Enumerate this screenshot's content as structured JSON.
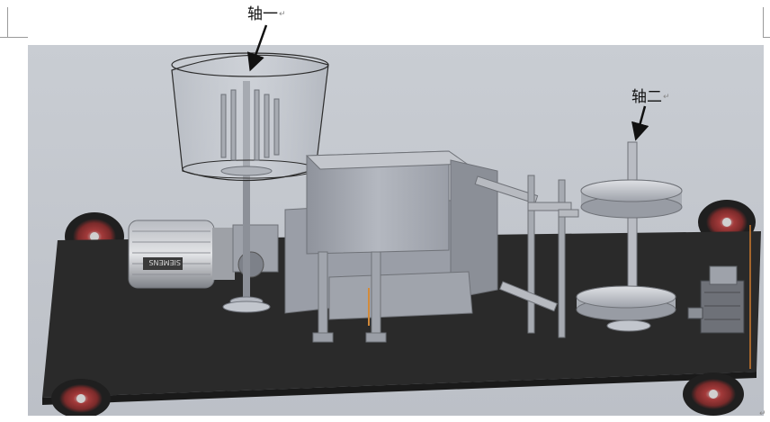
{
  "labels": {
    "shaft_one": "轴一",
    "shaft_two": "轴二"
  },
  "paragraph_mark": "↵",
  "motor_badge": "SIEMENS",
  "colors": {
    "background_panel": "#c7cbd2",
    "base_plate": "#2a2a2a",
    "machine_body": "#a9adb6",
    "wheel_rim": "#a33a3a",
    "tire": "#1f1f1f"
  }
}
